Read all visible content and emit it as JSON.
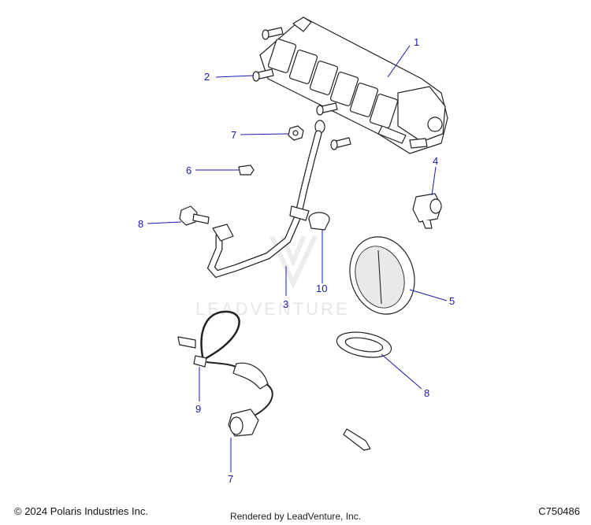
{
  "watermark": "LEADVENTURE",
  "footer": {
    "copyright": "© 2024 Polaris Industries Inc.",
    "rendered_by": "Rendered by LeadVenture, Inc.",
    "code": "C750486"
  },
  "callouts": [
    {
      "id": "c1",
      "label": "1"
    },
    {
      "id": "c2",
      "label": "2"
    },
    {
      "id": "c3",
      "label": "3"
    },
    {
      "id": "c4",
      "label": "4"
    },
    {
      "id": "c5",
      "label": "5"
    },
    {
      "id": "c6",
      "label": "6"
    },
    {
      "id": "c7a",
      "label": "7"
    },
    {
      "id": "c7b",
      "label": "7"
    },
    {
      "id": "c8a",
      "label": "8"
    },
    {
      "id": "c8b",
      "label": "8"
    },
    {
      "id": "c9",
      "label": "9"
    },
    {
      "id": "c10",
      "label": "10"
    }
  ]
}
